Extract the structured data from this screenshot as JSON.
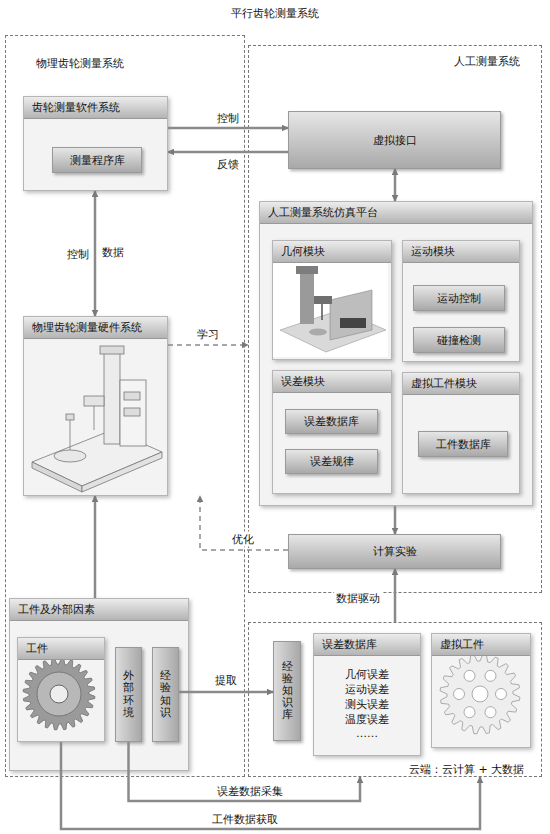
{
  "diagram": {
    "title": "平行齿轮测量系统",
    "nodes": [
      {
        "text": [
          "物理齿轮测量系统"
        ]
      },
      {
        "text": [
          "齿轮测量软件系统"
        ],
        "in": 0
      },
      {
        "text": [
          "测量程序库"
        ],
        "in": 1
      },
      {
        "text": [
          "物理齿轮测量硬件系统"
        ],
        "in": 0
      },
      {
        "text": [
          "工件及外部因素"
        ],
        "in": 0
      },
      {
        "text": [
          "工件"
        ],
        "in": 4
      },
      {
        "text": [
          "外部环境"
        ],
        "in": 4
      },
      {
        "text": [
          "经验知识"
        ],
        "in": 4
      },
      {
        "text": [
          "人工测量系统"
        ]
      },
      {
        "text": [
          "虚拟接口"
        ],
        "in": 8
      },
      {
        "text": [
          "人工测量系统仿真平台"
        ],
        "in": 8
      },
      {
        "text": [
          "几何模块"
        ],
        "in": 10
      },
      {
        "text": [
          "运动模块"
        ],
        "in": 10
      },
      {
        "text": [
          "运动控制"
        ],
        "in": 12
      },
      {
        "text": [
          "碰撞检测"
        ],
        "in": 12
      },
      {
        "text": [
          "误差模块"
        ],
        "in": 10
      },
      {
        "text": [
          "误差数据库"
        ],
        "in": 15
      },
      {
        "text": [
          "误差规律"
        ],
        "in": 15
      },
      {
        "text": [
          "虚拟工件模块"
        ],
        "in": 10
      },
      {
        "text": [
          "工件数据库"
        ],
        "in": 18
      },
      {
        "text": [
          "计算实验"
        ],
        "in": 8
      },
      {
        "text": [
          "云端：云计算 + 大数据"
        ]
      },
      {
        "text": [
          "经验知识库"
        ],
        "in": 21
      },
      {
        "text": [
          "误差数据库",
          "几何误差 运动误差 测头误差 温度误差 ……"
        ],
        "in": 21
      },
      {
        "text": [
          "虚拟工件"
        ],
        "in": 21
      }
    ],
    "edges": [
      {
        "from": 1,
        "to": 9,
        "arrow": "to",
        "label": "控制"
      },
      {
        "from": 9,
        "to": 1,
        "arrow": "to",
        "label": "反馈"
      },
      {
        "from": 1,
        "to": 3,
        "arrow": "both",
        "label": "控制"
      },
      {
        "from": 9,
        "to": 10,
        "arrow": "both"
      },
      {
        "from": 3,
        "to": 8,
        "arrow": "to",
        "label": "学习"
      },
      {
        "from": 10,
        "to": 20,
        "arrow": "to"
      },
      {
        "from": 20,
        "to": 3,
        "arrow": "to",
        "label": "优化"
      },
      {
        "from": 4,
        "to": 3,
        "arrow": "to"
      },
      {
        "from": 7,
        "to": 22,
        "arrow": "to",
        "label": "提取"
      },
      {
        "from": 21,
        "to": 20,
        "arrow": "to",
        "label": "数据驱动"
      },
      {
        "from": 6,
        "to": 21,
        "arrow": "to",
        "label": "误差数据采集"
      },
      {
        "from": 5,
        "to": 21,
        "arrow": "to",
        "label": "工件数据获取"
      }
    ],
    "labels": [
      "数据"
    ]
  }
}
